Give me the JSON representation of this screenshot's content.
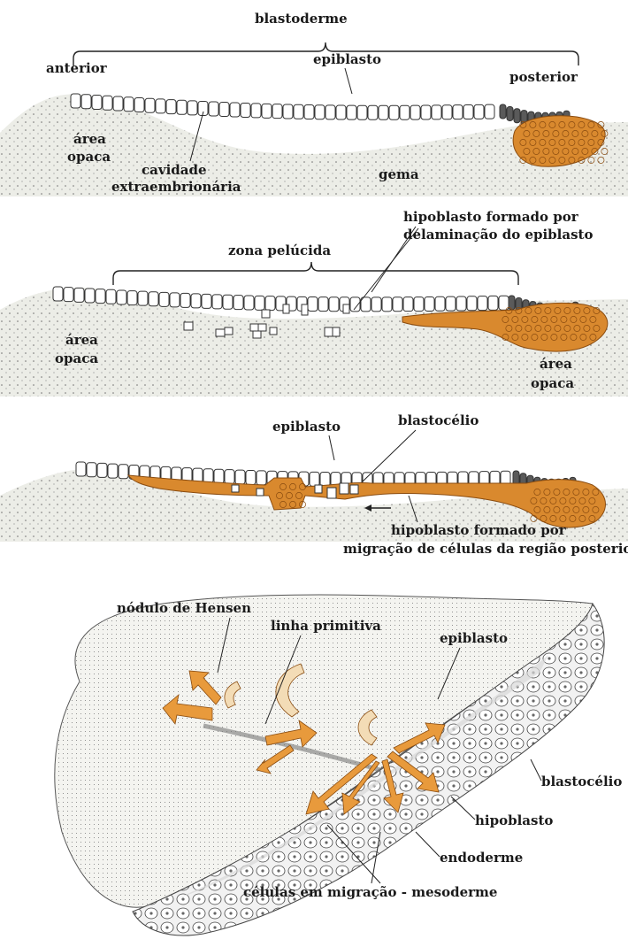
{
  "colors": {
    "yolk": "#ecede7",
    "yolk_dots": "#6f6f6f",
    "cell_fill": "#ffffff",
    "cell_stroke": "#333333",
    "hypoblast": "#d9892e",
    "hypoblast_dark": "#8a4c10",
    "posterior_cells": "#5a5a5a",
    "arrow_fill": "#e89a3c",
    "arrow_pale": "#f3dcb6"
  },
  "panel1": {
    "blastoderme": "blastoderme",
    "anterior": "anterior",
    "posterior": "posterior",
    "epiblasto": "epiblasto",
    "area1": "área",
    "area2": "opaca",
    "cavidade1": "cavidade",
    "cavidade2": "extraembrionária",
    "gema": "gema"
  },
  "panel2": {
    "hipoblasto1": "hipoblasto formado por",
    "hipoblasto2": "delaminação do epiblasto",
    "zona": "zona pelúcida",
    "area_left1": "área",
    "area_left2": "opaca",
    "area_right1": "área",
    "area_right2": "opaca"
  },
  "panel3": {
    "epiblasto": "epiblasto",
    "blastocelio": "blastocélio",
    "hipoblasto1": "hipoblasto formado por",
    "hipoblasto2": "migração de células da região posterior"
  },
  "panel4": {
    "nodulo": "nódulo de Hensen",
    "linha": "linha primitiva",
    "epiblasto": "epiblasto",
    "blastocelio": "blastocélio",
    "hipoblasto": "hipoblasto",
    "endoderme": "endoderme",
    "celulas": "células em migração - mesoderme"
  }
}
